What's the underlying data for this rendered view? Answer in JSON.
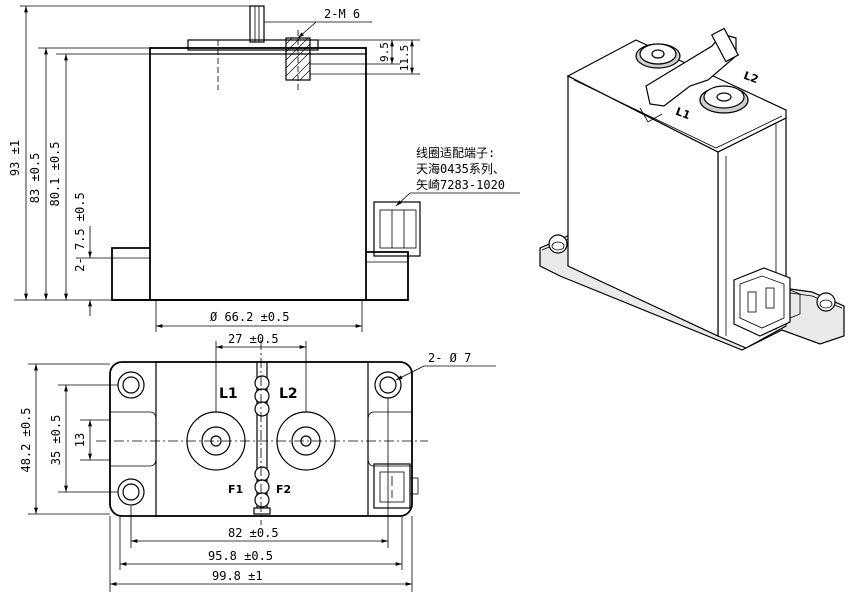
{
  "thread_spec": "2-M 6",
  "height_overall": "93 ±1",
  "height_body": "83 ±0.5",
  "height_top": "80.1 ±0.5",
  "flange_thickness": "2- 7.5 ±0.5",
  "stud_height_1": "9.5",
  "stud_height_2": "11.5",
  "body_diameter": "Ø 66.2 ±0.5",
  "terminal_spacing": "27 ±0.5",
  "mount_hole": "2- Ø 7",
  "depth_overall": "48.2 ±0.5",
  "hole_pitch_v": "35 ±0.5",
  "center_offset": "13",
  "hole_pitch_h": "82 ±0.5",
  "flange_width": "95.8 ±0.5",
  "width_overall": "99.8 ±1",
  "terminal_L1": "L1",
  "terminal_L2": "L2",
  "terminal_F1": "F1",
  "terminal_F2": "F2",
  "iso_label_L2": "L2",
  "iso_label_L1": "L1",
  "note_line1": "线圈适配端子:",
  "note_line2": "天海0435系列、",
  "note_line3": "矢崎7283-1020"
}
